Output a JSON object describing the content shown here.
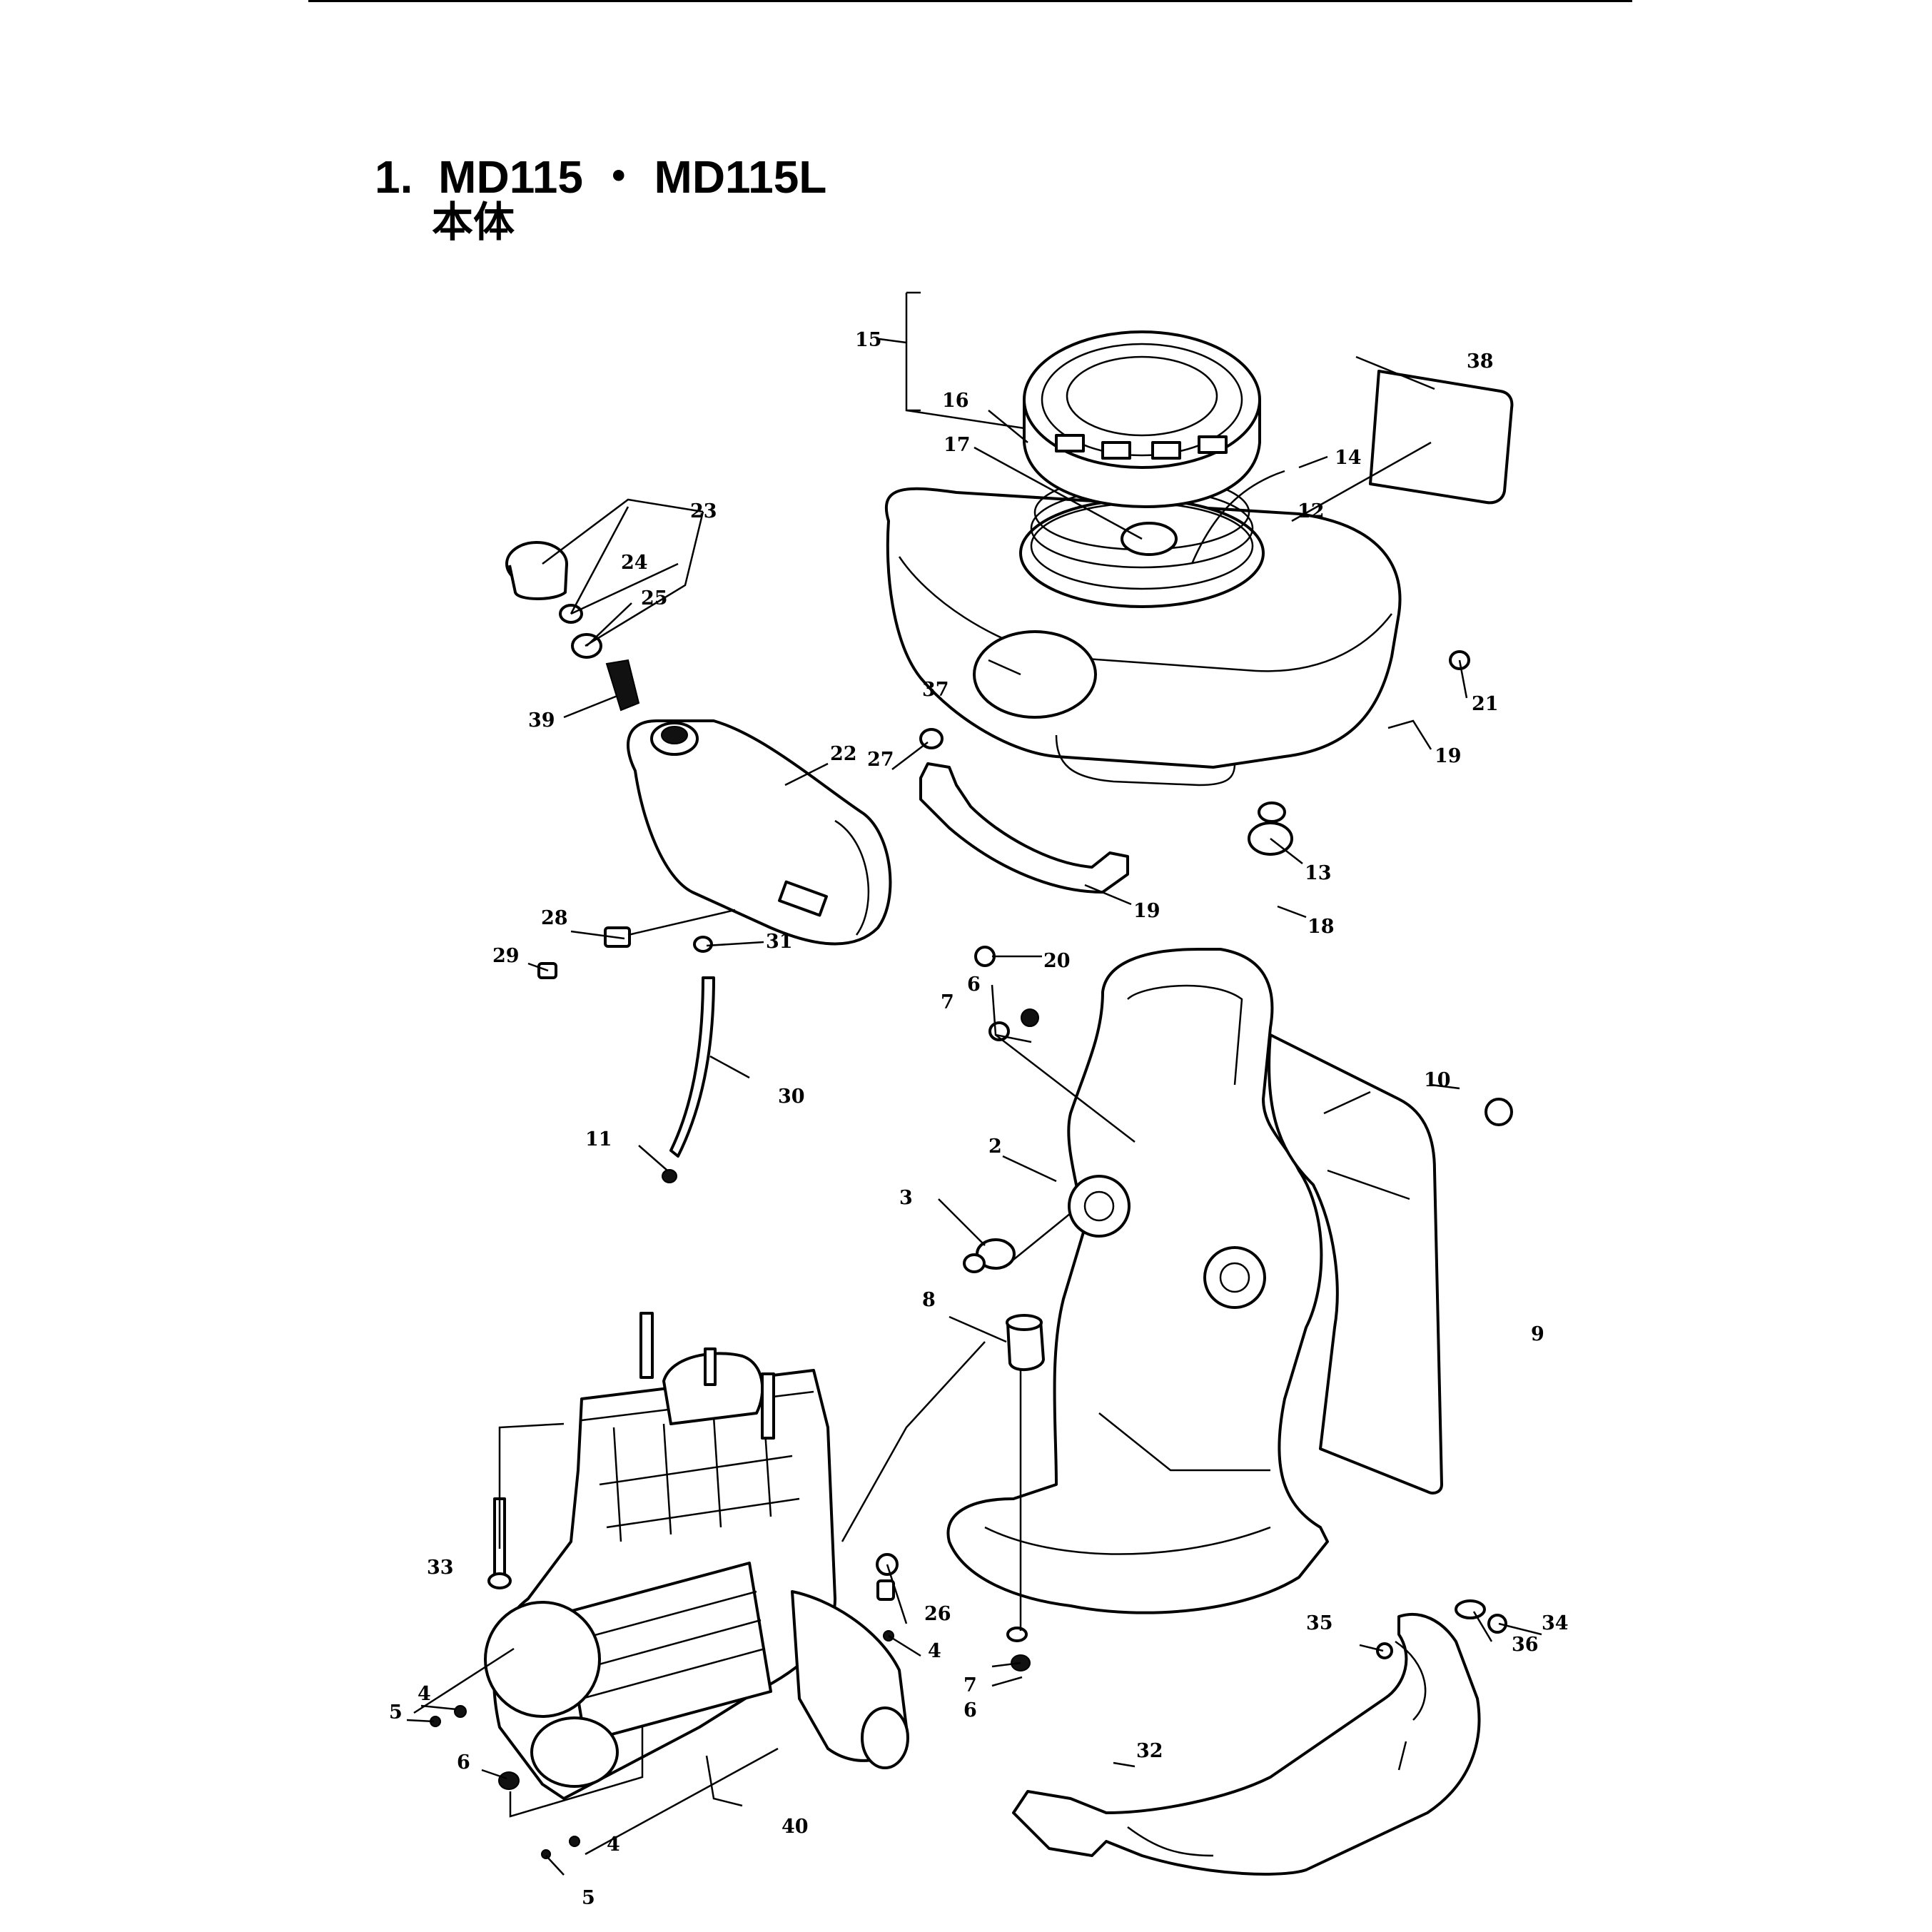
{
  "header": {
    "section_number": "1.",
    "model_a": "MD115",
    "separator": "・",
    "model_b": "MD115L",
    "subtitle": "本体"
  },
  "diagram": {
    "callouts": [
      {
        "id": "c15",
        "text": "15"
      },
      {
        "id": "c16",
        "text": "16"
      },
      {
        "id": "c17",
        "text": "17"
      },
      {
        "id": "c38",
        "text": "38"
      },
      {
        "id": "c14",
        "text": "14"
      },
      {
        "id": "c12",
        "text": "12"
      },
      {
        "id": "c23",
        "text": "23"
      },
      {
        "id": "c24",
        "text": "24"
      },
      {
        "id": "c25",
        "text": "25"
      },
      {
        "id": "c39",
        "text": "39"
      },
      {
        "id": "c37",
        "text": "37"
      },
      {
        "id": "c21",
        "text": "21"
      },
      {
        "id": "c19a",
        "text": "19"
      },
      {
        "id": "c27",
        "text": "27"
      },
      {
        "id": "c22",
        "text": "22"
      },
      {
        "id": "c13",
        "text": "13"
      },
      {
        "id": "c18",
        "text": "18"
      },
      {
        "id": "c19b",
        "text": "19"
      },
      {
        "id": "c28",
        "text": "28"
      },
      {
        "id": "c29",
        "text": "29"
      },
      {
        "id": "c31",
        "text": "31"
      },
      {
        "id": "c20",
        "text": "20"
      },
      {
        "id": "c6a",
        "text": "6"
      },
      {
        "id": "c7a",
        "text": "7"
      },
      {
        "id": "c30",
        "text": "30"
      },
      {
        "id": "c10",
        "text": "10"
      },
      {
        "id": "c11",
        "text": "11"
      },
      {
        "id": "c2",
        "text": "2"
      },
      {
        "id": "c3",
        "text": "3"
      },
      {
        "id": "c8",
        "text": "8"
      },
      {
        "id": "c9",
        "text": "9"
      },
      {
        "id": "c33",
        "text": "33"
      },
      {
        "id": "c26",
        "text": "26"
      },
      {
        "id": "c4a",
        "text": "4"
      },
      {
        "id": "c35",
        "text": "35"
      },
      {
        "id": "c34",
        "text": "34"
      },
      {
        "id": "c36",
        "text": "36"
      },
      {
        "id": "c7b",
        "text": "7"
      },
      {
        "id": "c6b",
        "text": "6"
      },
      {
        "id": "c4b",
        "text": "4"
      },
      {
        "id": "c5a",
        "text": "5"
      },
      {
        "id": "c32",
        "text": "32"
      },
      {
        "id": "c6c",
        "text": "6"
      },
      {
        "id": "c40",
        "text": "40"
      },
      {
        "id": "c4c",
        "text": "4"
      },
      {
        "id": "c5b",
        "text": "5"
      }
    ]
  }
}
